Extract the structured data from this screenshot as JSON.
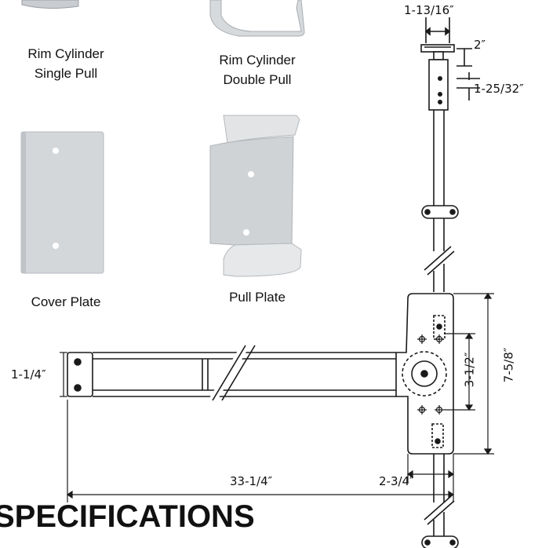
{
  "products": [
    {
      "label": "Rim Cylinder\nSingle Pull"
    },
    {
      "label": "Rim Cylinder\nDouble Pull"
    },
    {
      "label": "Cover Plate"
    },
    {
      "label": "Pull Plate"
    }
  ],
  "dimensions": {
    "rod_top_width": "1-13/16″",
    "rod_top_height": "2″",
    "rod_bracket_height": "1-25/32″",
    "bar_height": "1-1/4″",
    "case_inner": "3-1/2″",
    "case_height": "7-5/8″",
    "bar_length": "33-1/4″",
    "case_width": "2-3/4″"
  },
  "section_title": "SPECIFICATIONS"
}
